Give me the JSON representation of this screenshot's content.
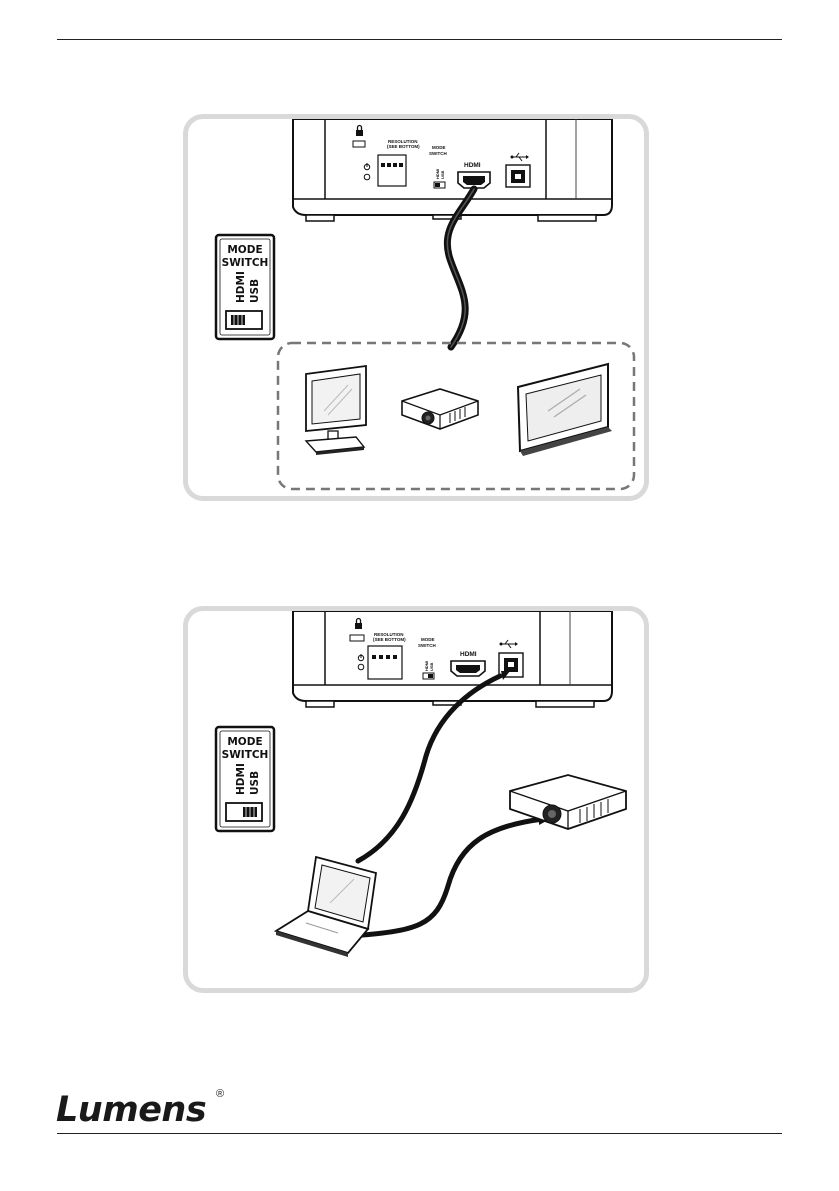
{
  "panels": [
    {
      "id": "hdmi-connection",
      "device_labels": {
        "resolution": "RESOLUTION",
        "resolution_note": "(SEE BOTTOM)",
        "mode": "MODE",
        "switch": "SWITCH",
        "hdmi_port": "HDMI",
        "switch_hdmi": "HDMI",
        "switch_usb": "USB"
      },
      "callout": {
        "line1": "MODE",
        "line2": "SWITCH",
        "opt1": "HDMI",
        "opt2": "USB",
        "selected": "HDMI"
      }
    },
    {
      "id": "usb-connection",
      "device_labels": {
        "resolution": "RESOLUTION",
        "resolution_note": "(SEE BOTTOM)",
        "mode": "MODE",
        "switch": "SWITCH",
        "hdmi_port": "HDMI",
        "switch_hdmi": "HDMI",
        "switch_usb": "USB"
      },
      "callout": {
        "line1": "MODE",
        "line2": "SWITCH",
        "opt1": "HDMI",
        "opt2": "USB",
        "selected": "USB"
      }
    }
  ],
  "footer": {
    "logo_text": "Lumens",
    "registered_mark": "®"
  },
  "icons": [
    "lock-icon",
    "power-icon",
    "usb-icon",
    "monitor-icon",
    "projector-icon",
    "tv-icon",
    "laptop-icon"
  ]
}
